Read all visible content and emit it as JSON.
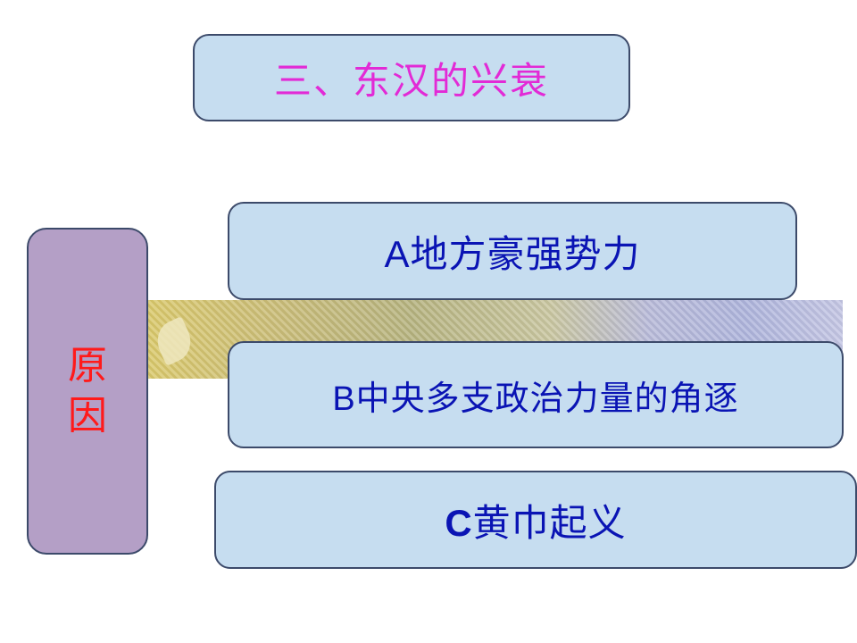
{
  "title": "三、东汉的兴衰",
  "reason": {
    "chars": [
      "原",
      "因"
    ]
  },
  "items": [
    {
      "letter": "A",
      "text": "地方豪强势力"
    },
    {
      "letter": "B",
      "text": "中央多支政治力量的角逐"
    },
    {
      "letter": "C",
      "text": "黄巾起义"
    }
  ],
  "colors": {
    "title": "#e22ad6",
    "reason_text": "#ff1a1a",
    "reason_box": "#b49fc6",
    "item_box": "#c6ddf0",
    "item_text": "#0a14b4"
  }
}
